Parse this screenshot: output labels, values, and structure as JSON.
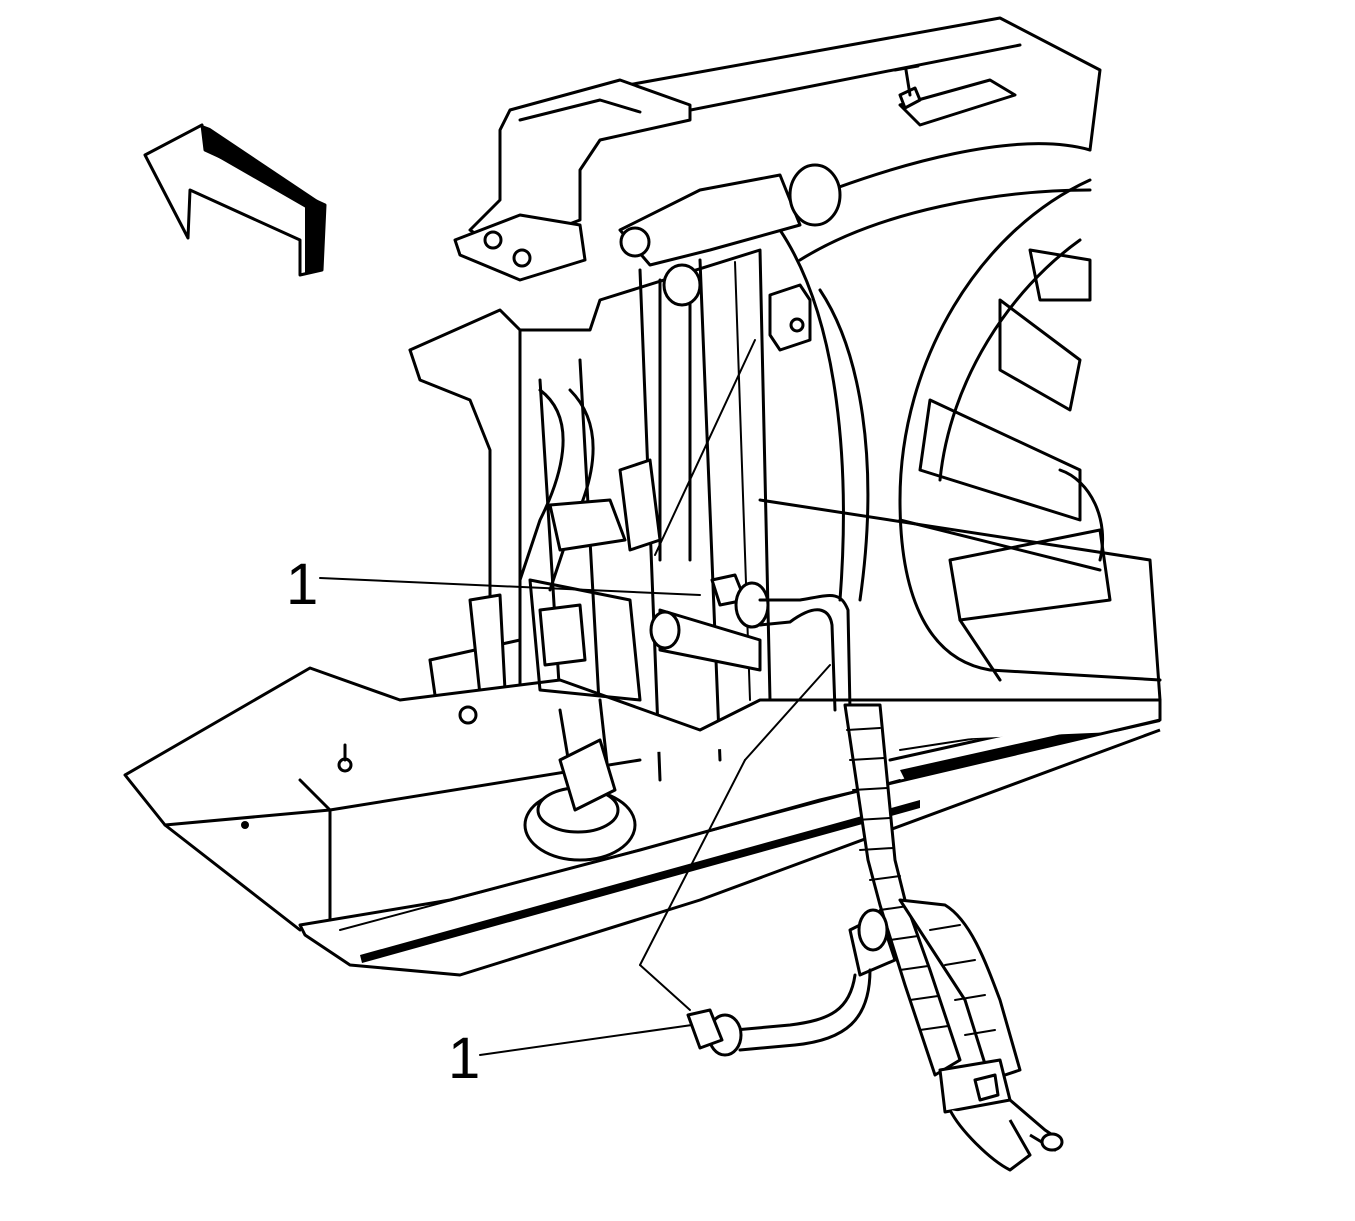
{
  "diagram": {
    "callouts": [
      {
        "label": "1",
        "target": "upper-fitting"
      },
      {
        "label": "1",
        "target": "lower-fitting"
      }
    ]
  },
  "colors": {
    "line": "#000000",
    "background": "#ffffff"
  },
  "icons": {
    "direction_arrow": "forward-arrow-icon"
  }
}
